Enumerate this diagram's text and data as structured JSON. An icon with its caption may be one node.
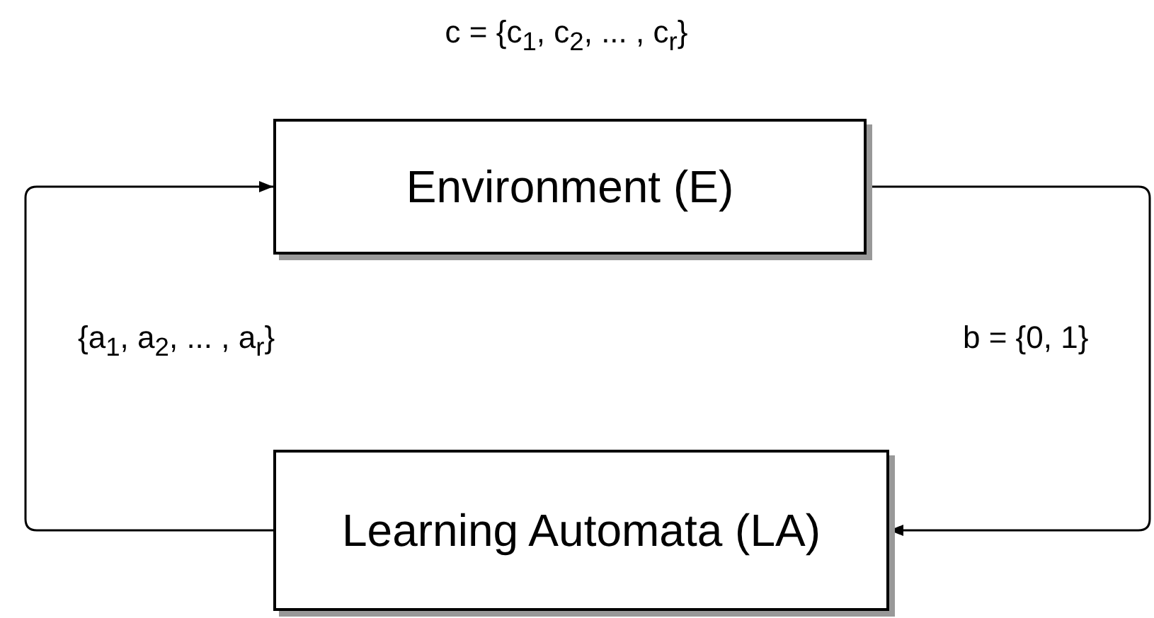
{
  "diagram": {
    "nodes": [
      {
        "text": [
          "Environment (E)"
        ],
        "beside": [
          "c = {c$_{1}$, c$_{2}$, ... , c$_{r}$}"
        ]
      },
      {
        "text": [
          "Learning Automata (LA)"
        ]
      }
    ],
    "edges": [
      {
        "from": 1,
        "to": 0,
        "arrow": "to",
        "label": "{a$_{1}$, a$_{2}$, ... , a$_{r}$}"
      },
      {
        "from": 0,
        "to": 1,
        "arrow": "to",
        "label": "b = {0, 1}"
      }
    ]
  }
}
